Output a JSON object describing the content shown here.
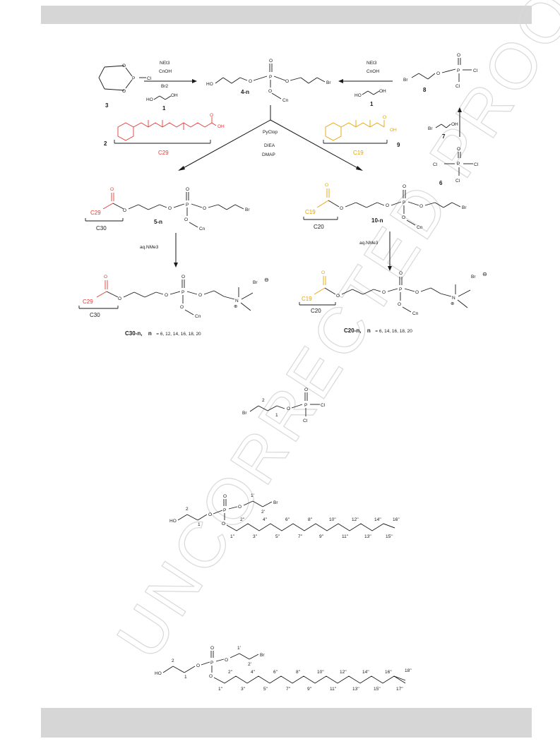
{
  "watermark": "UNCORRECTED PROOF",
  "scheme": {
    "reagents_top_left": [
      "NEt3",
      "CnOH",
      "Br2"
    ],
    "reagents_top_right": [
      "NEt3",
      "CnOH"
    ],
    "reagents_center": [
      "PyClop",
      "DIEA",
      "DMAP"
    ],
    "reagent_aq": "aq.NMe3",
    "compound_labels": {
      "c3": "3",
      "c1_left": "1",
      "c4n": "4-n",
      "c8": "8",
      "c1_right": "1",
      "c2": "2",
      "c9": "9",
      "c7": "7",
      "c6": "6",
      "c5n": "5-n",
      "c10n": "10-n"
    },
    "tags": {
      "c29": "C29",
      "c19": "C19",
      "c30": "C30",
      "c20": "C20"
    },
    "products": {
      "left_name": "C30-n,",
      "left_n": "n",
      "left_values": "= 6, 12, 14, 16, 18, 20",
      "right_name": "C20-n,",
      "right_n": "n",
      "right_values": "= 6, 14, 16, 18, 20"
    },
    "atoms": {
      "o": "O",
      "p": "P",
      "cl": "Cl",
      "br": "Br",
      "ho": "HO",
      "oh": "OH",
      "cn": "Cn",
      "n": "N",
      "plus": "⊕",
      "minus": "⊖"
    }
  },
  "structure_small": {
    "labels": [
      "Br",
      "2",
      "1",
      "O",
      "P",
      "O",
      "Cl",
      "Cl"
    ]
  },
  "structure_c16": {
    "chain_labels_top": [
      "2''",
      "4''",
      "6''",
      "8''",
      "10''",
      "12''",
      "14''",
      "16''"
    ],
    "chain_labels_bottom": [
      "1''",
      "3''",
      "5''",
      "7''",
      "9''",
      "11''",
      "13''",
      "15''"
    ],
    "side": [
      "HO",
      "2",
      "1",
      "1'",
      "2'",
      "Br"
    ]
  },
  "structure_c18": {
    "chain_labels_top": [
      "2''",
      "4''",
      "6''",
      "8''",
      "10''",
      "12''",
      "14''",
      "16''",
      "18''"
    ],
    "chain_labels_bottom": [
      "1''",
      "3''",
      "5''",
      "7''",
      "9''",
      "11''",
      "13''",
      "15''",
      "17''"
    ],
    "side": [
      "HO",
      "2",
      "1",
      "1'",
      "2'",
      "Br"
    ]
  }
}
